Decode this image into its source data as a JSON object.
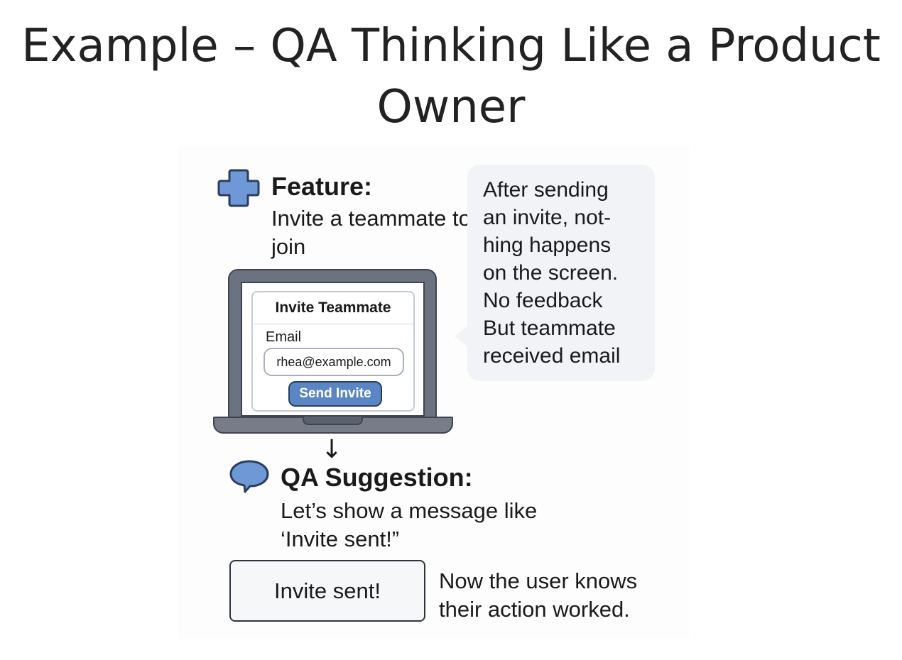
{
  "slide": {
    "title": "Example – QA Thinking Like a Product Owner"
  },
  "feature": {
    "icon": "plus-icon",
    "heading": "Feature:",
    "description": "Invite a teammate to join"
  },
  "callout": {
    "lines": [
      "After sending",
      "an invite, not-",
      "hing happens",
      "on the screen.",
      "No feedback",
      "But teammate",
      "received email"
    ]
  },
  "invite_dialog": {
    "title": "Invite Teammate",
    "email_label": "Email",
    "email_value": "rhea@example.com",
    "send_button_label": "Send Invite"
  },
  "qa": {
    "icon": "chat-bubble-icon",
    "arrow": "↓",
    "heading": "QA Suggestion:",
    "description": "Let’s show a message like ‘Invite sent!”"
  },
  "result": {
    "toast_text": "Invite sent!",
    "outcome": "Now the user knows their action worked."
  },
  "colors": {
    "accent_blue": "#5b86c5",
    "icon_blue": "#6f98d6",
    "outline_dark": "#2c3e5e",
    "laptop_gray": "#6b7280",
    "bubble_bg": "#f1f3f7"
  }
}
